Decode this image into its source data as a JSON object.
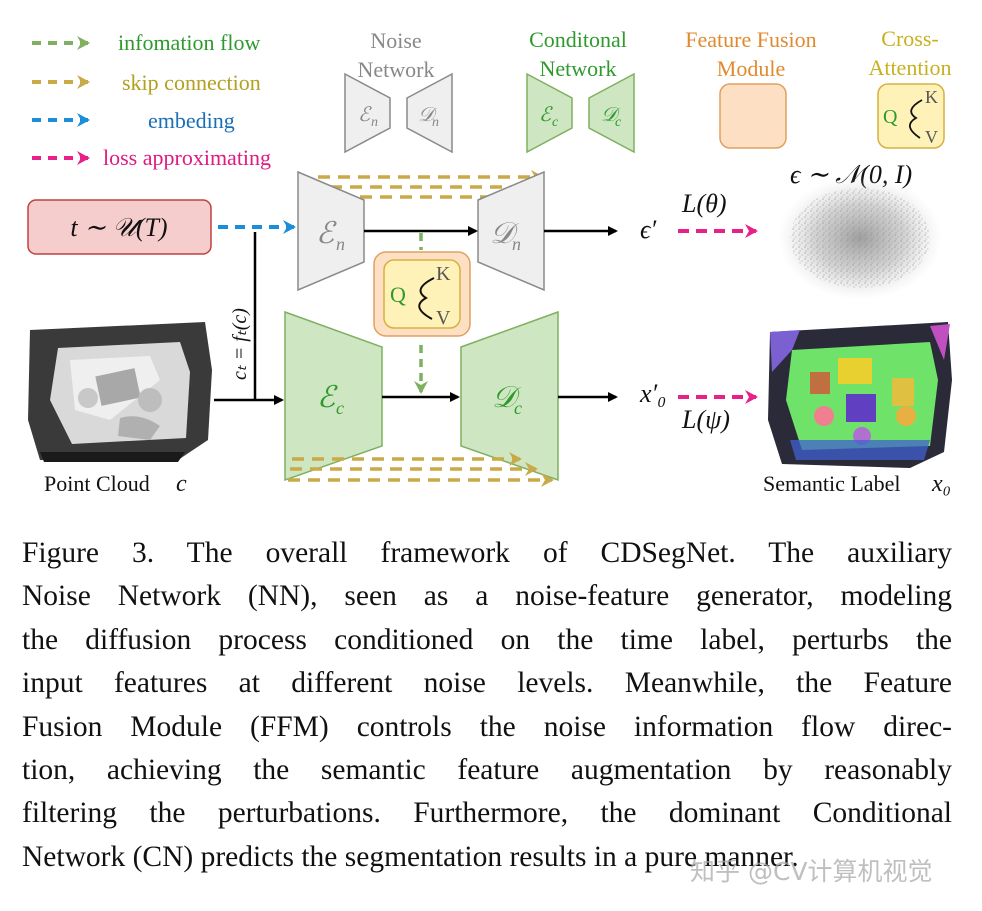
{
  "legend": [
    {
      "label": "infomation flow",
      "color": "#7fb060"
    },
    {
      "label": "skip connection",
      "color": "#c9a948"
    },
    {
      "label": "embeding",
      "color": "#1a8fd8"
    },
    {
      "label": "loss approximating",
      "color": "#e8208a"
    }
  ],
  "legend_text_colors": [
    "#2e9a2e",
    "#b3a020",
    "#1a6fb8",
    "#e01a80"
  ],
  "headers": {
    "noise_line1": "Noise",
    "noise_line2": "Network",
    "cond_line1": "Conditonal",
    "cond_line2": "Network",
    "ffm_line1": "Feature Fusion",
    "ffm_line2": "Module",
    "ca_line1": "Cross-",
    "ca_line2": "Attention"
  },
  "symbols": {
    "en": "ℰ",
    "en_sub": "n",
    "dn": "𝒟",
    "dn_sub": "n",
    "ec": "ℰ",
    "ec_sub": "c",
    "dc": "𝒟",
    "dc_sub": "c",
    "q": "Q",
    "k": "K",
    "v": "V",
    "time_box": "t ∼ 𝒰(T)",
    "ct_label": "cₜ = fₜ(c)",
    "eps_prime": "ϵ′",
    "x0_prime": "x′₀",
    "loss_theta": "L(θ)",
    "loss_psi": "L(ψ)",
    "noise_dist": "ϵ ∼ 𝒩(0, I)"
  },
  "labels": {
    "point_cloud": "Point Cloud",
    "point_cloud_var": "c",
    "semantic_label": "Semantic Label",
    "semantic_label_var": "x₀"
  },
  "caption": {
    "lines": [
      "Figure 3.  The overall framework of CDSegNet.  The auxiliary",
      "Noise Network (NN), seen as a noise-feature generator, modeling",
      "the diffusion process conditioned on the time label, perturbs the",
      "input features at different noise levels.  Meanwhile, the Feature",
      "Fusion Module (FFM) controls the noise information flow direc-",
      "tion, achieving the semantic feature augmentation by reasonably",
      "filtering the perturbations. Furthermore, the dominant Conditional",
      "Network (CN) predicts the segmentation results in a pure manner."
    ]
  },
  "watermark": "知乎 @CV计算机视觉",
  "colors": {
    "noise_fill": "#efefef",
    "noise_stroke": "#8a8a8a",
    "cond_fill": "#cfe6c3",
    "cond_stroke": "#7fb060",
    "ffm_fill": "#fde0c4",
    "ffm_stroke": "#e0a060",
    "ca_fill": "#fff2b8",
    "ca_stroke": "#d8b040",
    "time_fill": "#f6cdcd",
    "time_stroke": "#c04040"
  }
}
